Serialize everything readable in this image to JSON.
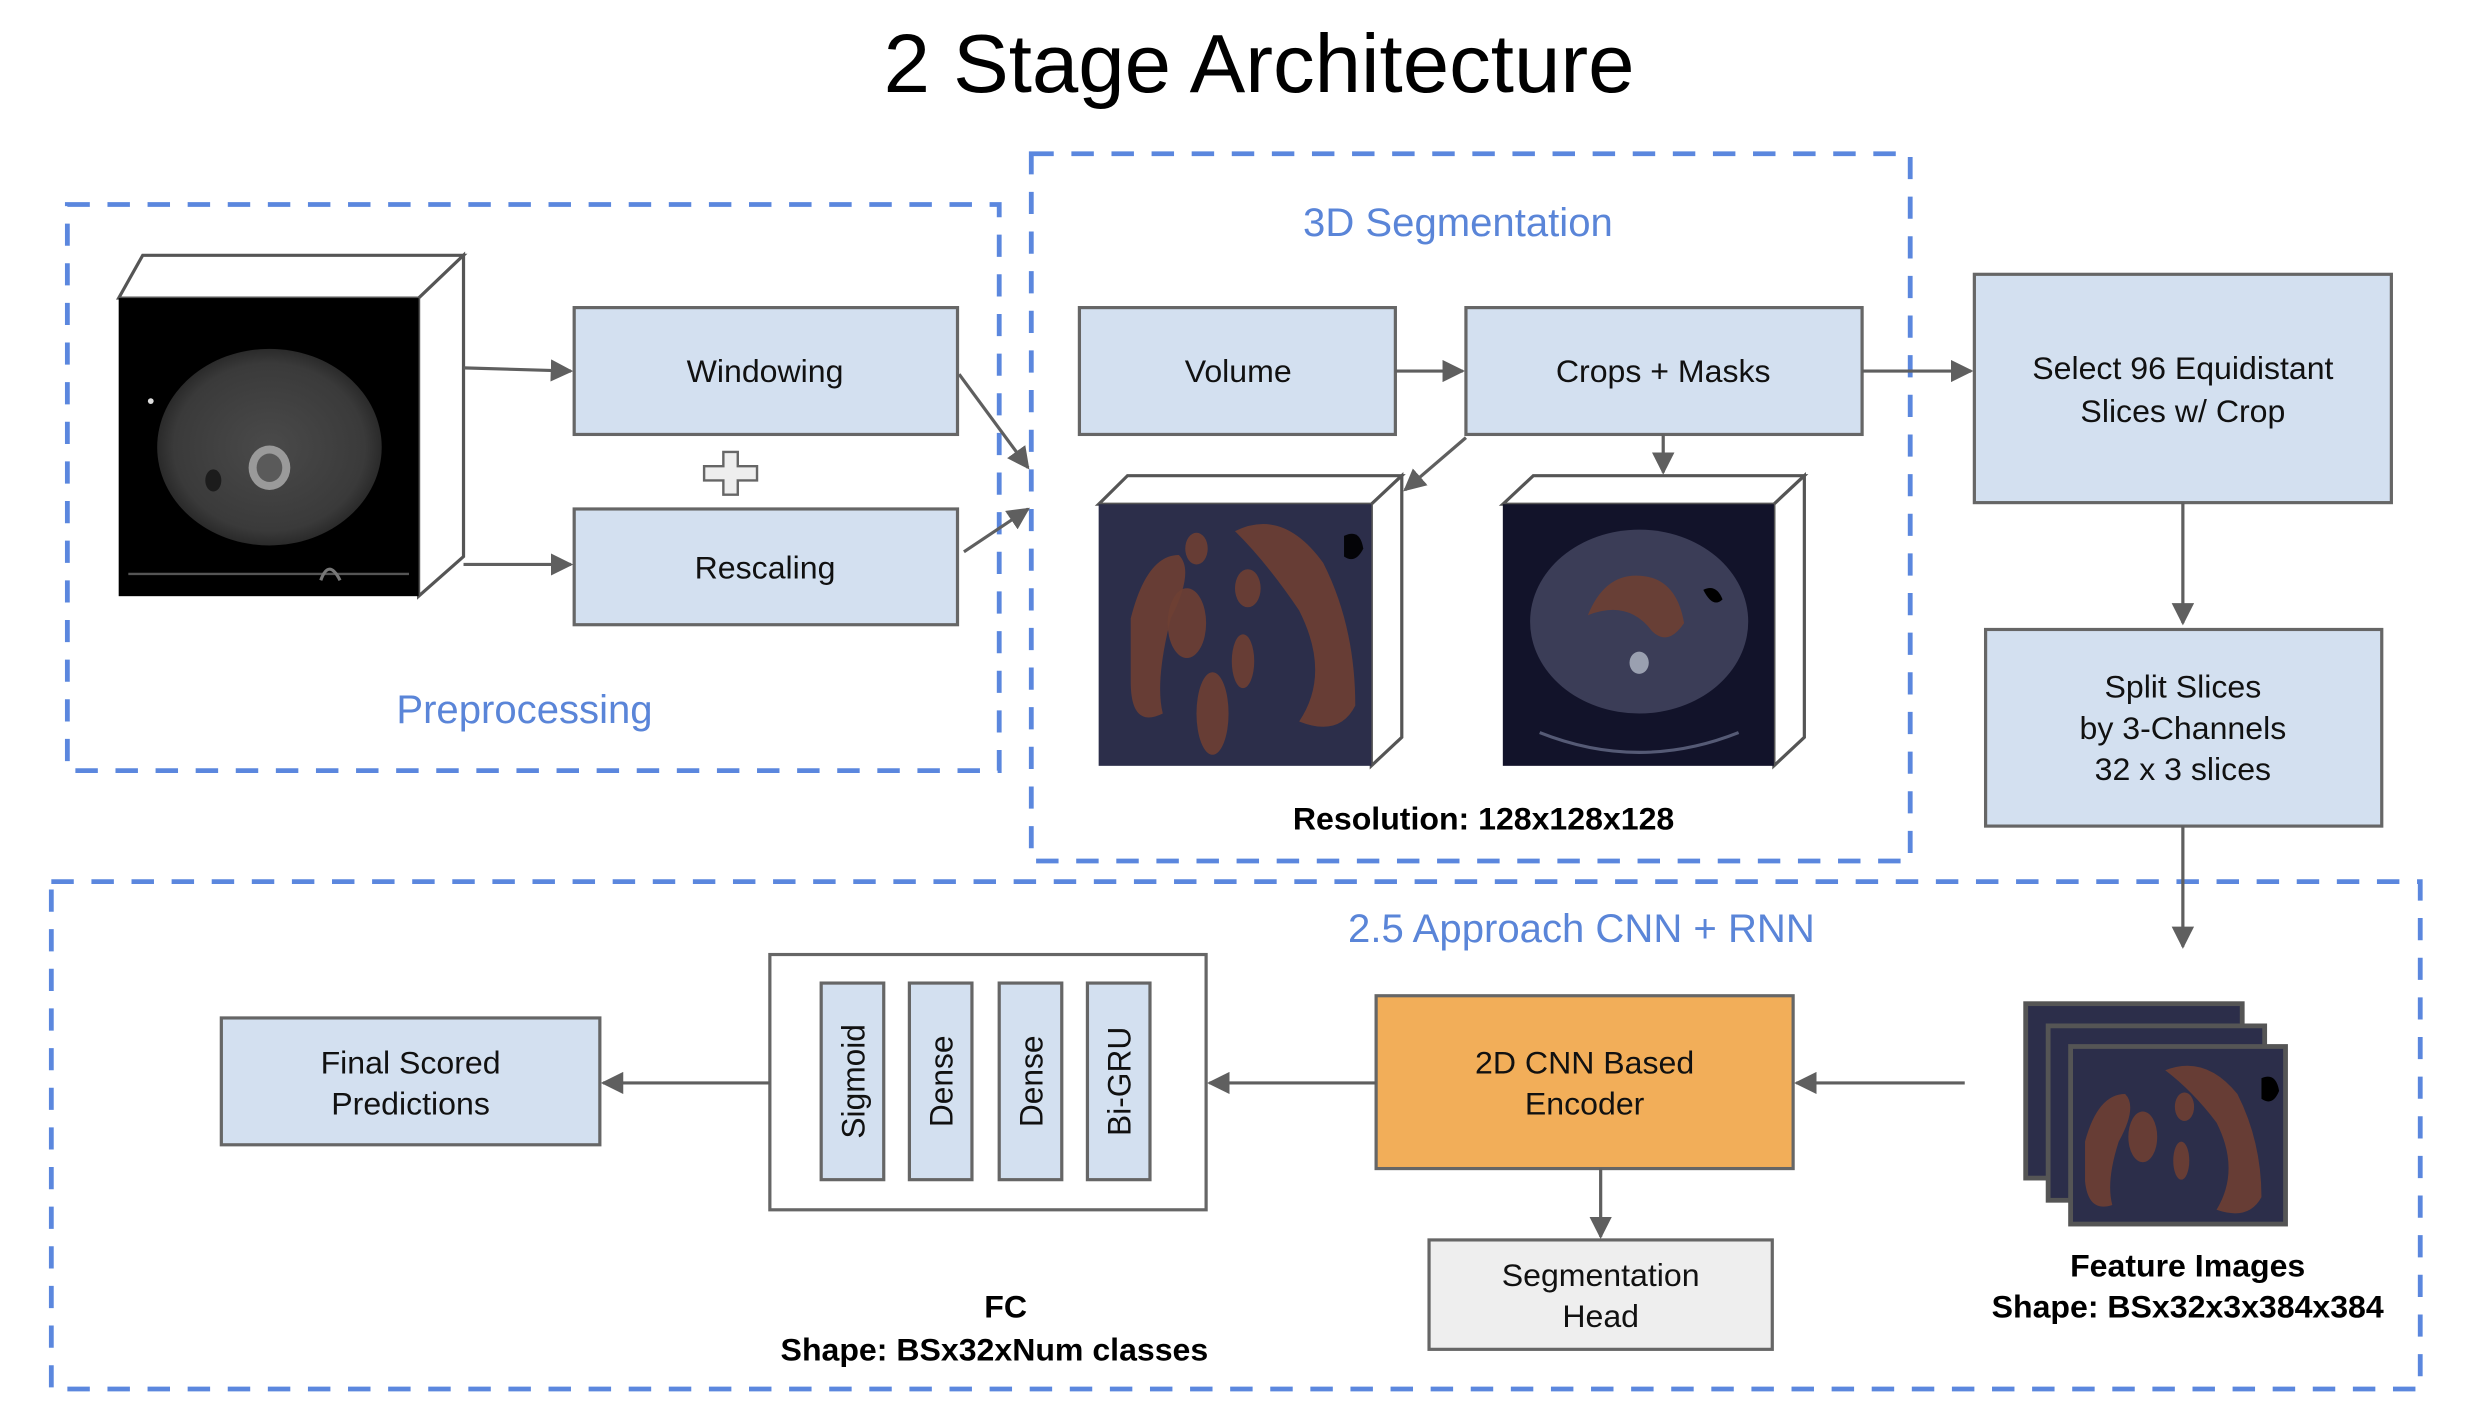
{
  "title": "2 Stage Architecture",
  "regions": {
    "preprocessing": {
      "label": "Preprocessing"
    },
    "segmentation_3d": {
      "label": "3D Segmentation",
      "caption": "Resolution: 128x128x128"
    },
    "cnn_rnn": {
      "label": "2.5 Approach CNN + RNN"
    }
  },
  "nodes": {
    "windowing": "Windowing",
    "rescaling": "Rescaling",
    "volume": "Volume",
    "crops_masks": "Crops + Masks",
    "select_slices": [
      "Select 96 Equidistant",
      "Slices w/ Crop"
    ],
    "split_slices": [
      "Split Slices",
      "by 3-Channels",
      "32 x 3 slices"
    ],
    "encoder": [
      "2D CNN Based",
      "Encoder"
    ],
    "segmentation_head": [
      "Segmentation",
      "Head"
    ],
    "final_predictions": [
      "Final Scored",
      "Predictions"
    ],
    "fc_layers": [
      "Sigmoid",
      "Dense",
      "Dense",
      "Bi-GRU"
    ]
  },
  "captions": {
    "fc": [
      "FC",
      "Shape: BSx32xNum classes"
    ],
    "feature_images": [
      "Feature Images",
      "Shape: BSx32x3x384x384"
    ]
  },
  "icons": {
    "plus": "plus-icon",
    "ct_volume": "ct-scan-cube-icon",
    "mask_volume": "segmentation-mask-cube-icon",
    "feature_stack": "feature-image-stack-icon"
  },
  "colors": {
    "dashed_region": "#5b87de",
    "region_label": "#5a85d8",
    "box_fill": "#d3e0f0",
    "encoder_fill": "#f2ae59",
    "head_fill": "#eeeeee",
    "border": "#666666"
  }
}
